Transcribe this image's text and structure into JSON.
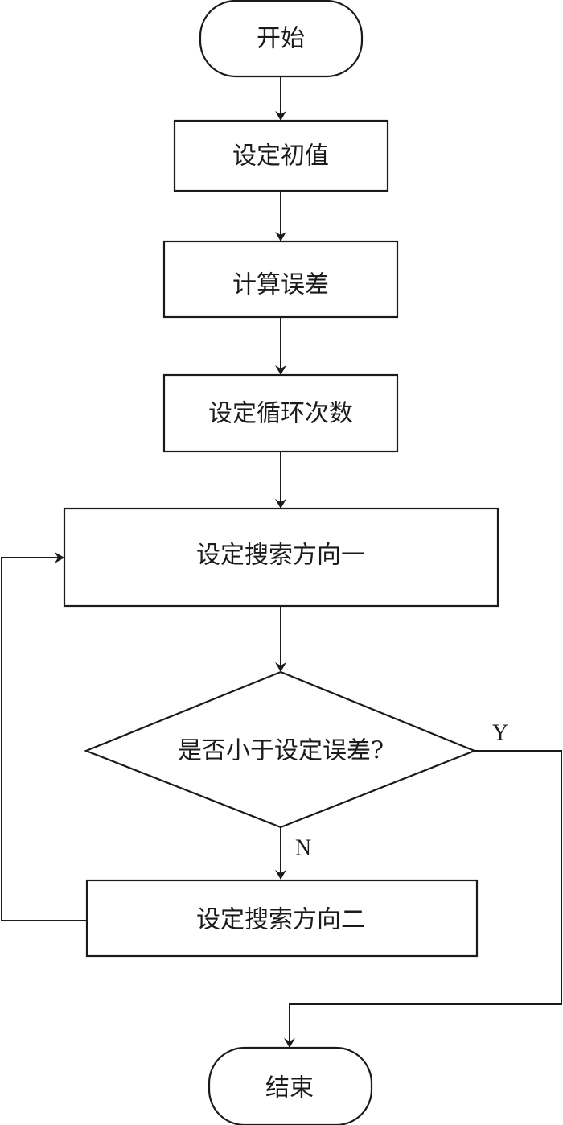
{
  "diagram": {
    "type": "flowchart",
    "nodes": [
      {
        "id": "start",
        "kind": "terminal",
        "label": "开始"
      },
      {
        "id": "init",
        "kind": "process",
        "label": "设定初值"
      },
      {
        "id": "calc_error",
        "kind": "process",
        "label": "计算误差"
      },
      {
        "id": "set_loops",
        "kind": "process",
        "label": "设定循环次数"
      },
      {
        "id": "dir1",
        "kind": "process",
        "label": "设定搜索方向一"
      },
      {
        "id": "check",
        "kind": "decision",
        "label": "是否小于设定误差?"
      },
      {
        "id": "dir2",
        "kind": "process",
        "label": "设定搜索方向二"
      },
      {
        "id": "end",
        "kind": "terminal",
        "label": "结束"
      }
    ],
    "edges": [
      {
        "from": "start",
        "to": "init",
        "label": ""
      },
      {
        "from": "init",
        "to": "calc_error",
        "label": ""
      },
      {
        "from": "calc_error",
        "to": "set_loops",
        "label": ""
      },
      {
        "from": "set_loops",
        "to": "dir1",
        "label": ""
      },
      {
        "from": "dir1",
        "to": "check",
        "label": ""
      },
      {
        "from": "check",
        "to": "dir2",
        "label": "N"
      },
      {
        "from": "dir2",
        "to": "dir1",
        "label": ""
      },
      {
        "from": "check",
        "to": "end",
        "label": "Y"
      }
    ],
    "branch_labels": {
      "yes": "Y",
      "no": "N"
    }
  }
}
